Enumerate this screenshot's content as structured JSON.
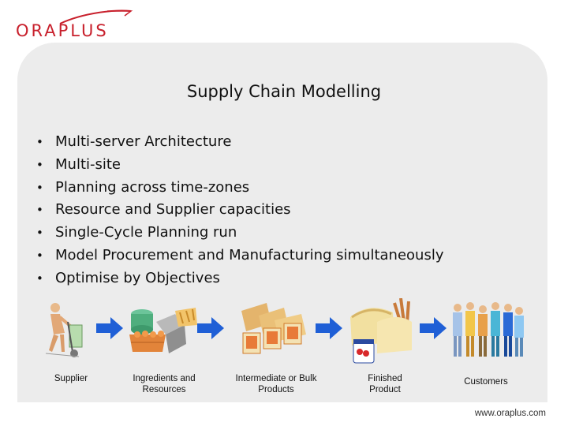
{
  "logo_text": "ORAPLUS",
  "title": "Supply Chain Modelling",
  "bullet_glyph": "•",
  "bullets": [
    "Multi-server Architecture",
    "Multi-site",
    "Planning across time-zones",
    "Resource and Supplier capacities",
    "Single-Cycle Planning run",
    "Model Procurement and Manufacturing simultaneously",
    "Optimise by Objectives"
  ],
  "chain": [
    {
      "label_line1": "Supplier",
      "label_line2": "",
      "icon": "supplier-with-handcart-icon"
    },
    {
      "label_line1": "Ingredients and",
      "label_line2": "Resources",
      "icon": "ingredients-crates-icon"
    },
    {
      "label_line1": "Intermediate or Bulk",
      "label_line2": "Products",
      "icon": "bulk-sacks-icon"
    },
    {
      "label_line1": "Finished",
      "label_line2": "Product",
      "icon": "bread-and-jar-icon"
    },
    {
      "label_line1": "Customers",
      "label_line2": "",
      "icon": "customers-group-icon"
    }
  ],
  "footer": "www.oraplus.com",
  "colors": {
    "brand_red": "#c8202c",
    "arrow_blue": "#1f5fd6",
    "panel": "#ececec"
  }
}
